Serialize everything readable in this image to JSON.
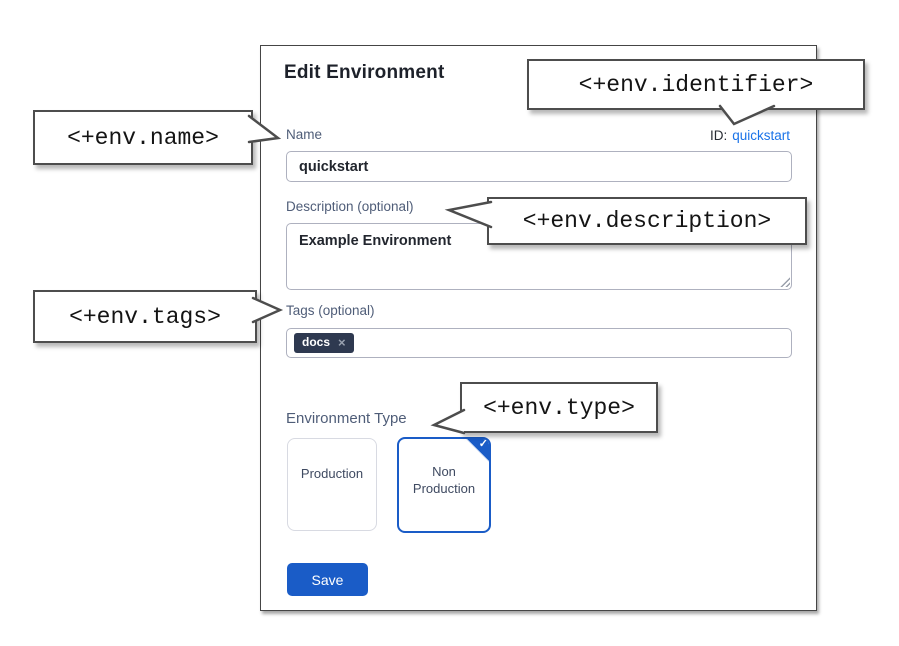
{
  "colors": {
    "primary_blue": "#1a5cc7",
    "link_blue": "#1a73e8",
    "tag_chip_bg": "#2e3950",
    "label_grey_blue": "#4f5d78",
    "callout_border": "#4d4d4d"
  },
  "dialog": {
    "title": "Edit Environment",
    "name": {
      "label": "Name",
      "value": "quickstart"
    },
    "identifier": {
      "prefix": "ID:",
      "value": "quickstart"
    },
    "description": {
      "label": "Description (optional)",
      "value": "Example Environment"
    },
    "tags": {
      "label": "Tags (optional)",
      "items": [
        {
          "label": "docs"
        }
      ]
    },
    "environment_type": {
      "label": "Environment Type",
      "options": [
        {
          "label": "Production",
          "selected": false
        },
        {
          "label": "Non Production",
          "selected": true
        }
      ]
    },
    "save_label": "Save"
  },
  "icons": {
    "tag_remove": "×",
    "selected_check": "✓"
  },
  "callouts": {
    "name": "<+env.name>",
    "identifier": "<+env.identifier>",
    "description": "<+env.description>",
    "tags": "<+env.tags>",
    "type": "<+env.type>"
  }
}
